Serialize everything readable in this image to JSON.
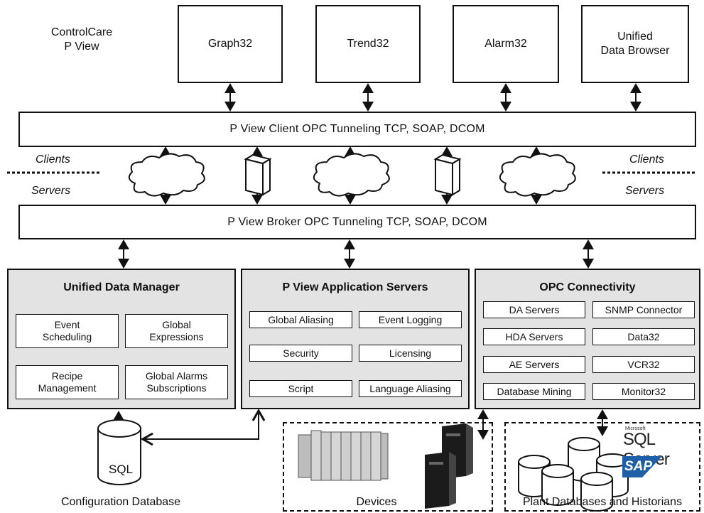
{
  "clients": {
    "title": "ControlCare\nP View",
    "apps": [
      "Graph32",
      "Trend32",
      "Alarm32",
      "Unified\nData Browser"
    ]
  },
  "client_bar": "P View Client OPC Tunneling    TCP, SOAP, DCOM",
  "broker_bar": "P View Broker OPC Tunneling    TCP, SOAP, DCOM",
  "divider": {
    "clients_label": "Clients",
    "servers_label": "Servers"
  },
  "panels": {
    "udm": {
      "title": "Unified Data Manager",
      "items": [
        "Event\nScheduling",
        "Global\nExpressions",
        "Recipe\nManagement",
        "Global Alarms\nSubscriptions"
      ]
    },
    "app": {
      "title": "P View Application Servers",
      "items": [
        "Global Aliasing",
        "Event Logging",
        "Security",
        "Licensing",
        "Script",
        "Language Aliasing"
      ]
    },
    "opc": {
      "title": "OPC Connectivity",
      "items": [
        "DA Servers",
        "SNMP Connector",
        "HDA Servers",
        "Data32",
        "AE Servers",
        "VCR32",
        "Database Mining",
        "Monitor32"
      ]
    }
  },
  "bottom": {
    "sql_label": "SQL",
    "config_db": "Configuration Database",
    "devices": "Devices",
    "plant": "Plant Databases and Historians",
    "logo_microsoft": "Microsoft",
    "logo_sqlserver": "SQL Server",
    "logo_sap": "SAP"
  }
}
